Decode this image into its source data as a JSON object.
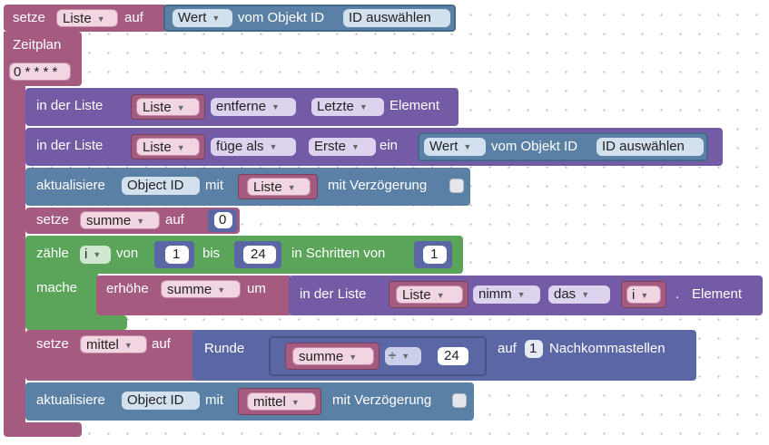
{
  "colors": {
    "variables": "#a55b80",
    "objects": "#5b80a5",
    "lists": "#745ba5",
    "loops": "#5ba55b"
  },
  "top_block": {
    "setze": "setze",
    "variable": "Liste",
    "auf": "auf",
    "wert_dropdown": "Wert",
    "vom_objekt": "vom Objekt ID",
    "id_field": "ID auswählen"
  },
  "schedule": {
    "label": "Zeitplan",
    "cron": "0 * * * *"
  },
  "remove_block": {
    "in_der_liste": "in der Liste",
    "list_var": "Liste",
    "mode": "entferne",
    "where": "Letzte",
    "element": "Element"
  },
  "insert_block": {
    "in_der_liste": "in der Liste",
    "list_var": "Liste",
    "mode": "füge als",
    "where": "Erste",
    "ein": "ein",
    "wert_dropdown": "Wert",
    "vom_objekt": "vom Objekt ID",
    "id_field": "ID auswählen"
  },
  "update_block_1": {
    "aktualisiere": "aktualisiere",
    "object_id": "Object ID",
    "mit": "mit",
    "value_var": "Liste",
    "delay_label": "mit Verzögerung"
  },
  "set_sum_block": {
    "setze": "setze",
    "variable": "summe",
    "auf": "auf",
    "value": "0"
  },
  "loop_block": {
    "zaehle": "zähle",
    "var": "i",
    "von": "von",
    "from": "1",
    "bis": "bis",
    "to": "24",
    "step_label": "in Schritten von",
    "step": "1",
    "mache": "mache"
  },
  "increment_block": {
    "erhoehe": "erhöhe",
    "variable": "summe",
    "um": "um",
    "in_der_liste": "in der Liste",
    "list_var": "Liste",
    "mode": "nimm",
    "where": "das",
    "index_var": "i",
    "dot": ".",
    "element": "Element"
  },
  "set_mean_block": {
    "setze": "setze",
    "variable": "mittel",
    "auf": "auf",
    "runde": "Runde",
    "dividend": "summe",
    "operator": "÷",
    "divisor": "24",
    "auf2": "auf",
    "decimals": "1",
    "nachkomma": "Nachkommastellen"
  },
  "update_block_2": {
    "aktualisiere": "aktualisiere",
    "object_id": "Object ID",
    "mit": "mit",
    "value_var": "mittel",
    "delay_label": "mit Verzögerung"
  }
}
